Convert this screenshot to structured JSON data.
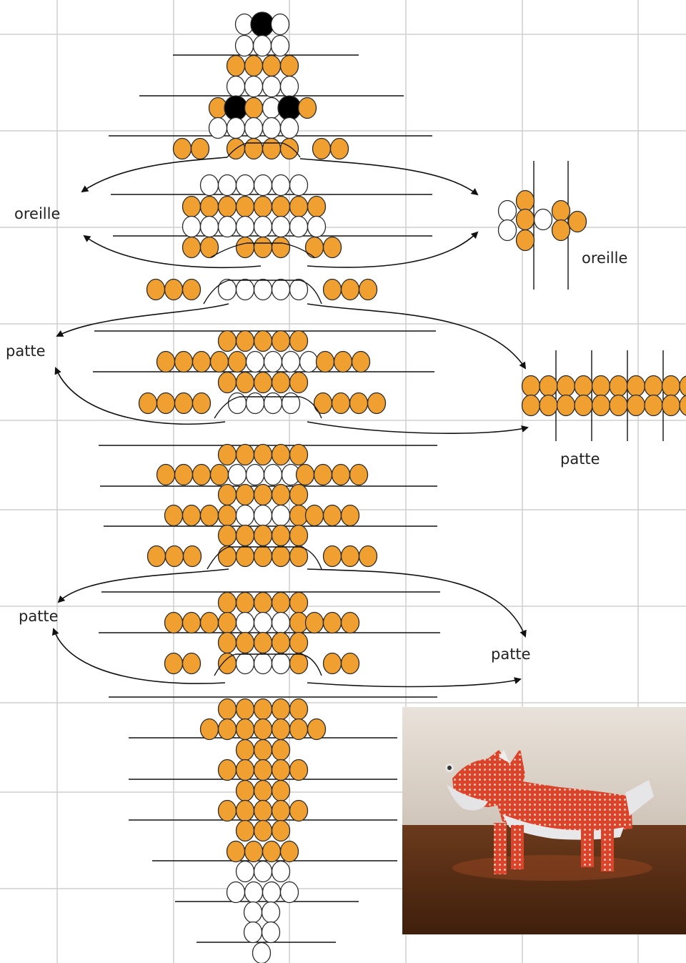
{
  "labels": {
    "ear_left": "oreille",
    "ear_detail": "oreille",
    "paw_left_front": "patte",
    "paw_detail": "patte",
    "paw_left_back": "patte",
    "paw_right_back": "patte"
  },
  "colors": {
    "orange_bead": "#f0a030",
    "white_bead": "#ffffff",
    "black_bead": "#000000",
    "bead_outline": "#2a2a2a",
    "grid": "#cfcfcf"
  },
  "pattern": {
    "bead_colors": [
      "orange",
      "white",
      "black"
    ],
    "photo": "beaded-fox-photo"
  }
}
